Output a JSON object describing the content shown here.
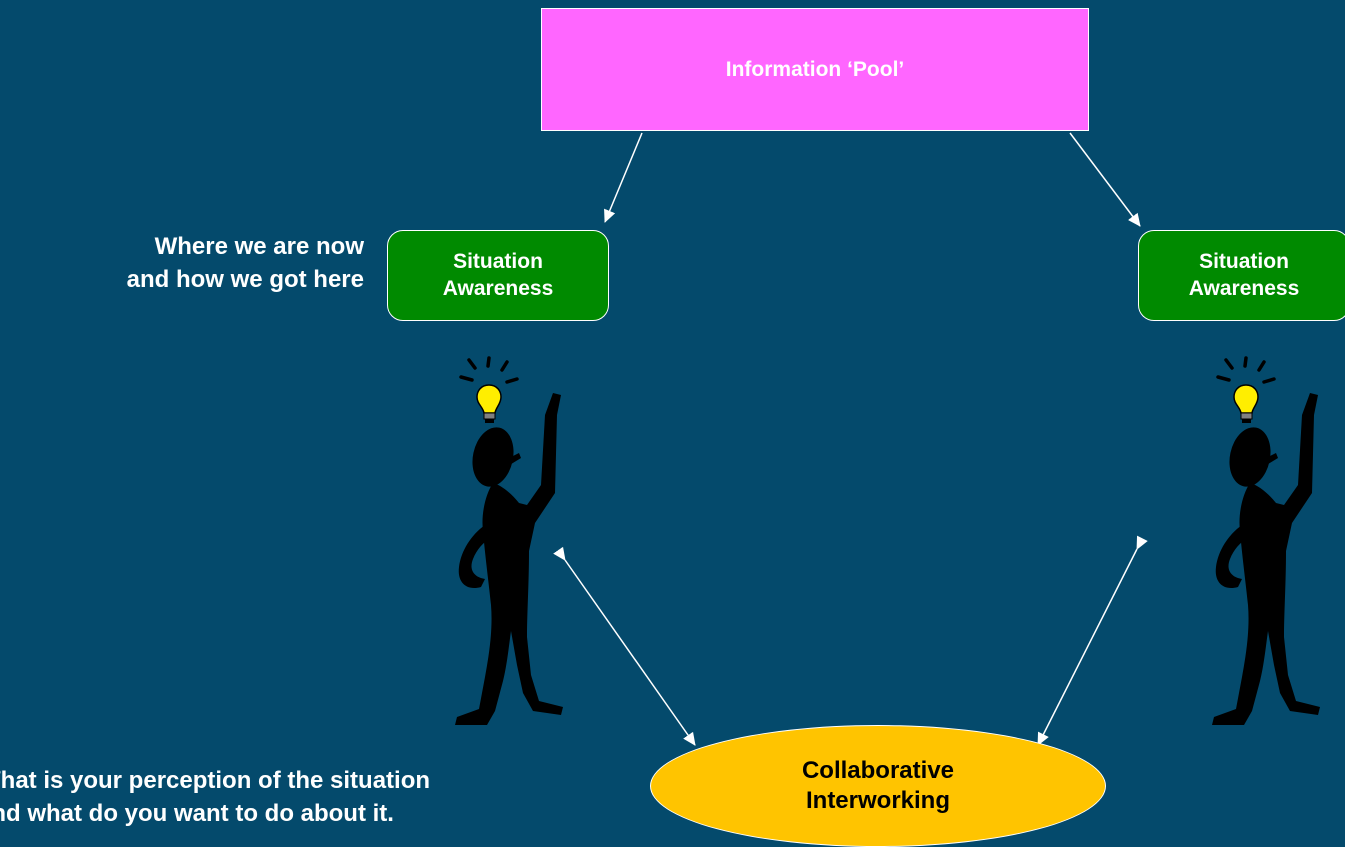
{
  "nodes": {
    "pool": "Information ‘Pool’",
    "sa_left": [
      "Situation",
      "Awareness"
    ],
    "sa_right": [
      "Situation",
      "Awareness"
    ],
    "collab": [
      "Collaborative",
      "Interworking"
    ]
  },
  "notes": {
    "top": [
      "Where we are now",
      "and how we got here"
    ],
    "bottom": [
      "What is your perception of the situation",
      "and what do you want to do about it."
    ]
  },
  "colors": {
    "background": "#044a6c",
    "pool": "#ff66ff",
    "situation_awareness": "#008a00",
    "collaborative": "#ffc400",
    "bulb": "#ffee00"
  },
  "icons": [
    "idea-person-icon",
    "lightbulb-icon"
  ]
}
